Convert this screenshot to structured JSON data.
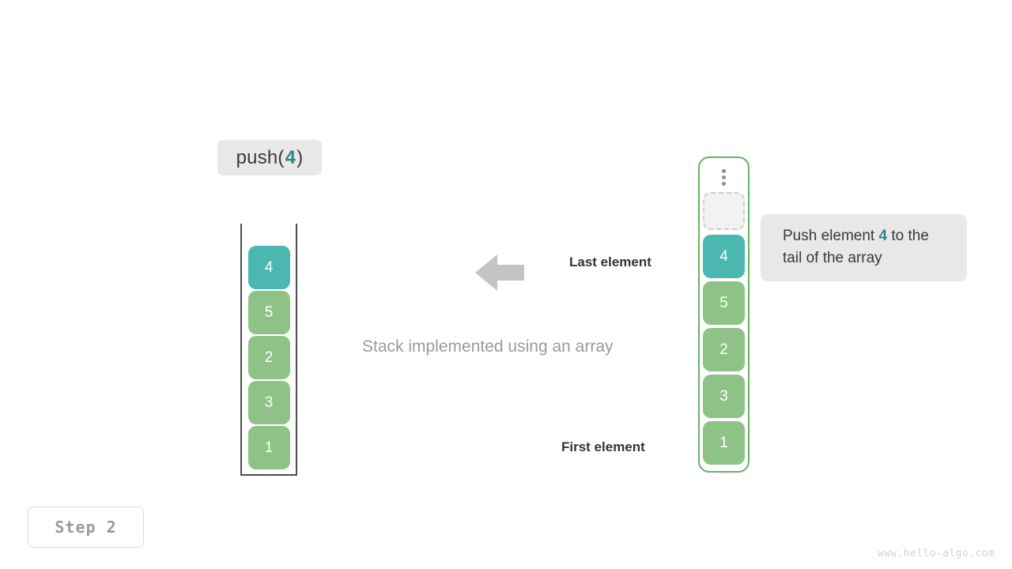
{
  "operation": {
    "prefix": "push(",
    "arg": "4",
    "suffix": ")"
  },
  "caption": "Stack implemented using an array",
  "annotations": {
    "last_element": "Last element",
    "first_element": "First element"
  },
  "arrow": {
    "icon": "arrow-left-icon",
    "color": "#c4c4c4",
    "direction": "left"
  },
  "stack_left": {
    "title": "stack-container",
    "cells": [
      {
        "value": "4",
        "state": "highlight"
      },
      {
        "value": "5",
        "state": "normal"
      },
      {
        "value": "2",
        "state": "normal"
      },
      {
        "value": "3",
        "state": "normal"
      },
      {
        "value": "1",
        "state": "normal"
      }
    ]
  },
  "array_right": {
    "title": "array-container",
    "ellipsis": "vertical-ellipsis-icon",
    "empty_slot_label": "",
    "cells": [
      {
        "value": "4",
        "state": "highlight"
      },
      {
        "value": "5",
        "state": "normal"
      },
      {
        "value": "2",
        "state": "normal"
      },
      {
        "value": "3",
        "state": "normal"
      },
      {
        "value": "1",
        "state": "normal"
      }
    ]
  },
  "callout": {
    "text_before": "Push element ",
    "arg": "4",
    "text_after": " to the tail of the array"
  },
  "step_badge": "Step 2",
  "watermark": "www.hello-algo.com",
  "colors": {
    "highlight": "#4ab7b0",
    "normal": "#8ec287",
    "container_border": "#64b464",
    "label_bg": "#e8e8e8",
    "accent_text": "#2b8a83",
    "arrow": "#c4c4c4"
  }
}
